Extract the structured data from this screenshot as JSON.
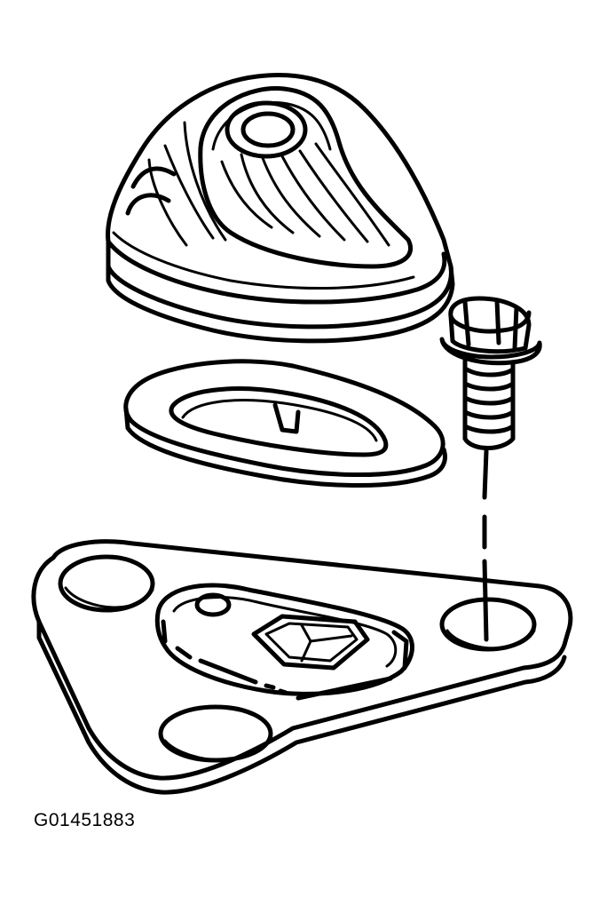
{
  "figure": {
    "id_label": "G01451883"
  },
  "parts": [
    {
      "name": "lamp-housing"
    },
    {
      "name": "gasket"
    },
    {
      "name": "bolt"
    },
    {
      "name": "mounting-bracket"
    }
  ],
  "colors": {
    "line": "#000000",
    "background": "#ffffff"
  }
}
